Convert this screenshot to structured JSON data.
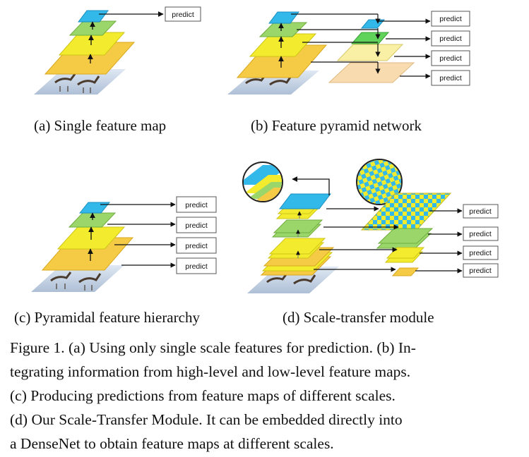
{
  "predict_label": "predict",
  "subfigures": {
    "a": {
      "caption": "(a)  Single feature map"
    },
    "b": {
      "caption": "(b)  Feature pyramid network"
    },
    "c": {
      "caption": "(c)  Pyramidal feature hierarchy"
    },
    "d": {
      "caption": "(d)  Scale-transfer module"
    }
  },
  "figure_caption": {
    "lines": [
      "Figure 1. (a) Using only single scale features for prediction. (b) In-",
      "tegrating information from high-level and low-level feature maps.",
      "(c) Producing predictions from feature maps of different scales.",
      "(d) Our Scale-Transfer Module. It can be embedded directly into",
      "a DenseNet to obtain feature maps at different scales."
    ]
  },
  "colors": {
    "cyan": "#33b8ea",
    "green": "#9bd66a",
    "yellow": "#f3ec2e",
    "orange": "#f5cb45",
    "light_green": "#5fd35a",
    "light_yellow": "#f9f0a5",
    "peach": "#f8dcb0",
    "water": "#c7d6e8"
  },
  "icons": [
    "bird-photo-icon",
    "magnifier-icon",
    "arrow-icon"
  ]
}
